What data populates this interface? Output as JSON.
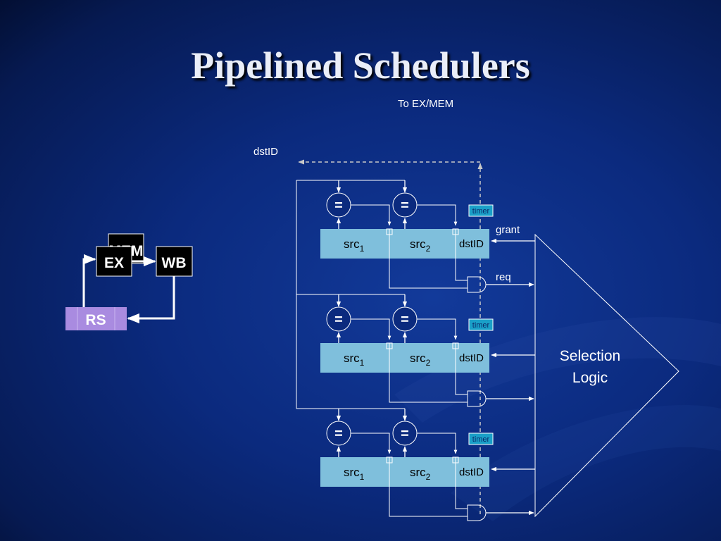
{
  "slide": {
    "title": "Pipelined Schedulers"
  },
  "pipeline": {
    "stages": [
      "MEM",
      "EX",
      "WB",
      "RS"
    ]
  },
  "scheduler": {
    "top_label": "To EX/MEM",
    "dst_label": "dstID",
    "grant_label": "grant",
    "req_label": "req",
    "comparator_symbol": "=",
    "timer_label": "timer",
    "entry": {
      "src1_base": "src",
      "src1_sub": "1",
      "src2_base": "src",
      "src2_sub": "2",
      "dst": "dstID"
    },
    "rows": 3,
    "selection_logic": [
      "Selection",
      "Logic"
    ]
  },
  "colors": {
    "entry_fill": "#7fbfdc",
    "timer_fill": "#1aa0c8",
    "rs_fill": "#a98be0",
    "stage_fill": "#000000",
    "line": "#ffffff",
    "dashed": "#c8c8c8"
  }
}
